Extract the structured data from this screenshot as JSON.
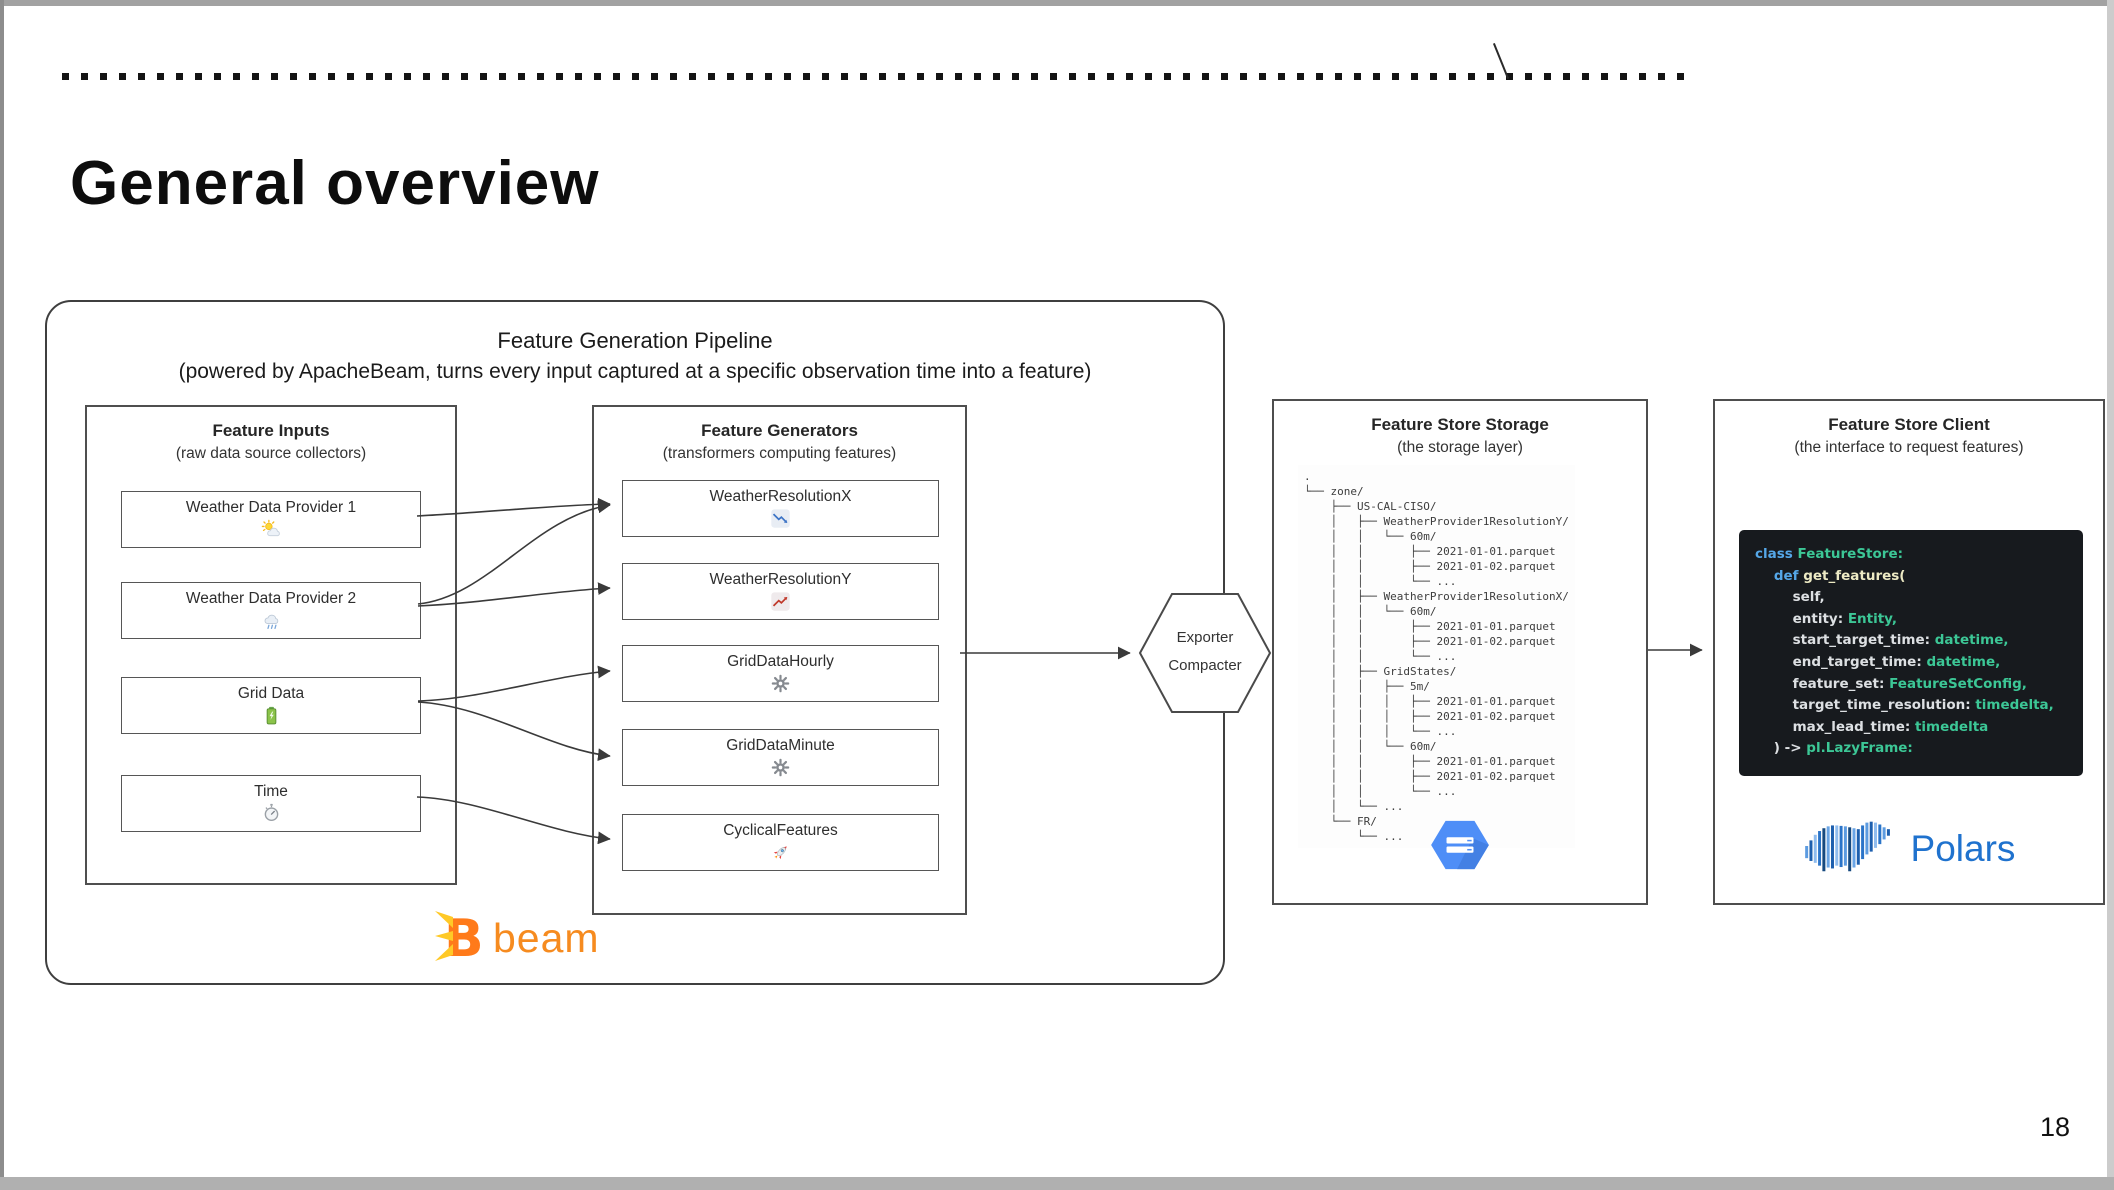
{
  "slide": {
    "title": "General overview",
    "page_number": "18"
  },
  "pipeline": {
    "title": "Feature Generation Pipeline",
    "subtitle": "(powered by ApacheBeam, turns every input captured at a specific observation time into a feature)",
    "inputs": {
      "title": "Feature Inputs",
      "subtitle": "(raw data source collectors)",
      "items": [
        {
          "label": "Weather Data Provider 1",
          "icon": "sun-behind-cloud-icon"
        },
        {
          "label": "Weather Data Provider 2",
          "icon": "rain-cloud-icon"
        },
        {
          "label": "Grid Data",
          "icon": "battery-icon"
        },
        {
          "label": "Time",
          "icon": "stopwatch-icon"
        }
      ]
    },
    "generators": {
      "title": "Feature Generators",
      "subtitle": "(transformers computing features)",
      "items": [
        {
          "label": "WeatherResolutionX",
          "icon": "chart-decreasing-icon"
        },
        {
          "label": "WeatherResolutionY",
          "icon": "chart-increasing-icon"
        },
        {
          "label": "GridDataHourly",
          "icon": "gear-icon"
        },
        {
          "label": "GridDataMinute",
          "icon": "gear-icon"
        },
        {
          "label": "CyclicalFeatures",
          "icon": "rocket-icon"
        }
      ]
    },
    "logo": {
      "name": "apache-beam-logo",
      "text": "beam"
    }
  },
  "exporter": {
    "line1": "Exporter",
    "line2": "Compacter"
  },
  "connections": [
    {
      "from": "Weather Data Provider 1",
      "to": "WeatherResolutionX"
    },
    {
      "from": "Weather Data Provider 2",
      "to": "WeatherResolutionX"
    },
    {
      "from": "Weather Data Provider 2",
      "to": "WeatherResolutionY"
    },
    {
      "from": "Grid Data",
      "to": "GridDataHourly"
    },
    {
      "from": "Grid Data",
      "to": "GridDataMinute"
    },
    {
      "from": "Time",
      "to": "CyclicalFeatures"
    },
    {
      "from": "Feature Generators",
      "to": "Exporter Compacter"
    },
    {
      "from": "Feature Store Storage",
      "to": "Feature Store Client"
    }
  ],
  "storage": {
    "title": "Feature Store Storage",
    "subtitle": "(the storage layer)",
    "logo": "google-cloud-storage-icon",
    "tree": [
      ".",
      "└── zone/",
      "    ├── US-CAL-CISO/",
      "    │   ├── WeatherProvider1ResolutionY/",
      "    │   │   └── 60m/",
      "    │   │       ├── 2021-01-01.parquet",
      "    │   │       ├── 2021-01-02.parquet",
      "    │   │       └── ...",
      "    │   ├── WeatherProvider1ResolutionX/",
      "    │   │   └── 60m/",
      "    │   │       ├── 2021-01-01.parquet",
      "    │   │       ├── 2021-01-02.parquet",
      "    │   │       └── ...",
      "    │   ├── GridStates/",
      "    │   │   ├── 5m/",
      "    │   │   │   ├── 2021-01-01.parquet",
      "    │   │   │   ├── 2021-01-02.parquet",
      "    │   │   │   └── ...",
      "    │   │   └── 60m/",
      "    │   │       ├── 2021-01-01.parquet",
      "    │   │       ├── 2021-01-02.parquet",
      "    │   │       └── ...",
      "    │   └── ...",
      "    └── FR/",
      "        └── ..."
    ]
  },
  "client": {
    "title": "Feature Store Client",
    "subtitle": "(the interface to request features)",
    "logo": {
      "name": "polars-logo",
      "text": "Polars"
    },
    "code": {
      "lines": [
        [
          {
            "t": "class ",
            "c": "kw"
          },
          {
            "t": "FeatureStore:",
            "c": "type"
          }
        ],
        [
          {
            "t": "    ",
            "c": "pl"
          },
          {
            "t": "def ",
            "c": "kw"
          },
          {
            "t": "get_features(",
            "c": "fn"
          }
        ],
        [
          {
            "t": "        self,",
            "c": "pl"
          }
        ],
        [
          {
            "t": "        entity: ",
            "c": "pl"
          },
          {
            "t": "Entity,",
            "c": "type"
          }
        ],
        [
          {
            "t": "        start_target_time: ",
            "c": "pl"
          },
          {
            "t": "datetime,",
            "c": "type"
          }
        ],
        [
          {
            "t": "        end_target_time: ",
            "c": "pl"
          },
          {
            "t": "datetime,",
            "c": "type"
          }
        ],
        [
          {
            "t": "        feature_set: ",
            "c": "pl"
          },
          {
            "t": "FeatureSetConfig,",
            "c": "type"
          }
        ],
        [
          {
            "t": "        target_time_resolution: ",
            "c": "pl"
          },
          {
            "t": "timedelta,",
            "c": "type"
          }
        ],
        [
          {
            "t": "        max_lead_time: ",
            "c": "pl"
          },
          {
            "t": "timedelta",
            "c": "type"
          }
        ],
        [
          {
            "t": "    ) -> ",
            "c": "pl"
          },
          {
            "t": "pl.LazyFrame:",
            "c": "type"
          }
        ]
      ]
    }
  },
  "colors": {
    "beam_orange": "#F68B1F",
    "polars_blue": "#1F72CE",
    "gcs_blue": "#4E8EF7",
    "code_keyword": "#55A7E8",
    "code_type": "#3CC796",
    "code_function": "#EDEAC4",
    "code_plain": "#DDE0E3",
    "box_border": "#4e4e4e"
  }
}
